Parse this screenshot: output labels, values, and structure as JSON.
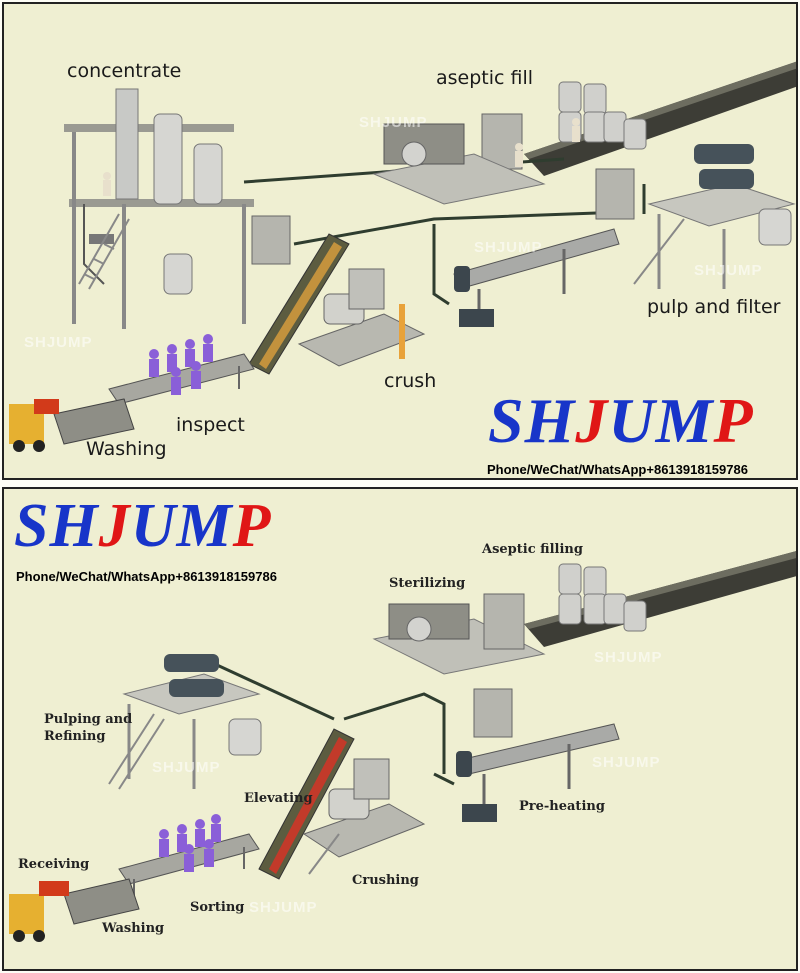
{
  "top_panel": {
    "labels": {
      "concentrate": "concentrate",
      "aseptic_fill": "aseptic fill",
      "pulp_and_filter": "pulp and filter",
      "crush": "crush",
      "inspect": "inspect",
      "washing": "Washing"
    },
    "logo": {
      "sh": "SH",
      "j": "J",
      "um": "UM",
      "p": "P"
    },
    "phone": "Phone/WeChat/WhatsApp+8613918159786",
    "watermark": "SHJUMP"
  },
  "bottom_panel": {
    "labels": {
      "aseptic_filling": "Aseptic filling",
      "sterilizing": "Sterilizing",
      "pulping_refining_line1": "Pulping and",
      "pulping_refining_line2": "Refining",
      "elevating": "Elevating",
      "pre_heating": "Pre-heating",
      "receiving": "Receiving",
      "crushing": "Crushing",
      "sorting": "Sorting",
      "washing": "Washing"
    },
    "logo": {
      "sh": "SH",
      "j": "J",
      "um": "UM",
      "p": "P"
    },
    "phone": "Phone/WeChat/WhatsApp+8613918159786",
    "watermark": "SHJUMP"
  },
  "colors": {
    "background": "#efefd2",
    "logo_blue": "#1835c9",
    "logo_red": "#e01616",
    "steel": "#c9c9c4",
    "pipe": "#3a4a3a",
    "worker": "#8a5fd8"
  },
  "icons": [
    "evaporator-tower-icon",
    "aseptic-tank-icon",
    "conveyor-belt-icon",
    "crusher-icon",
    "preheater-tube-icon",
    "pulper-icon",
    "control-cabinet-icon",
    "worker-icon",
    "forklift-icon"
  ]
}
